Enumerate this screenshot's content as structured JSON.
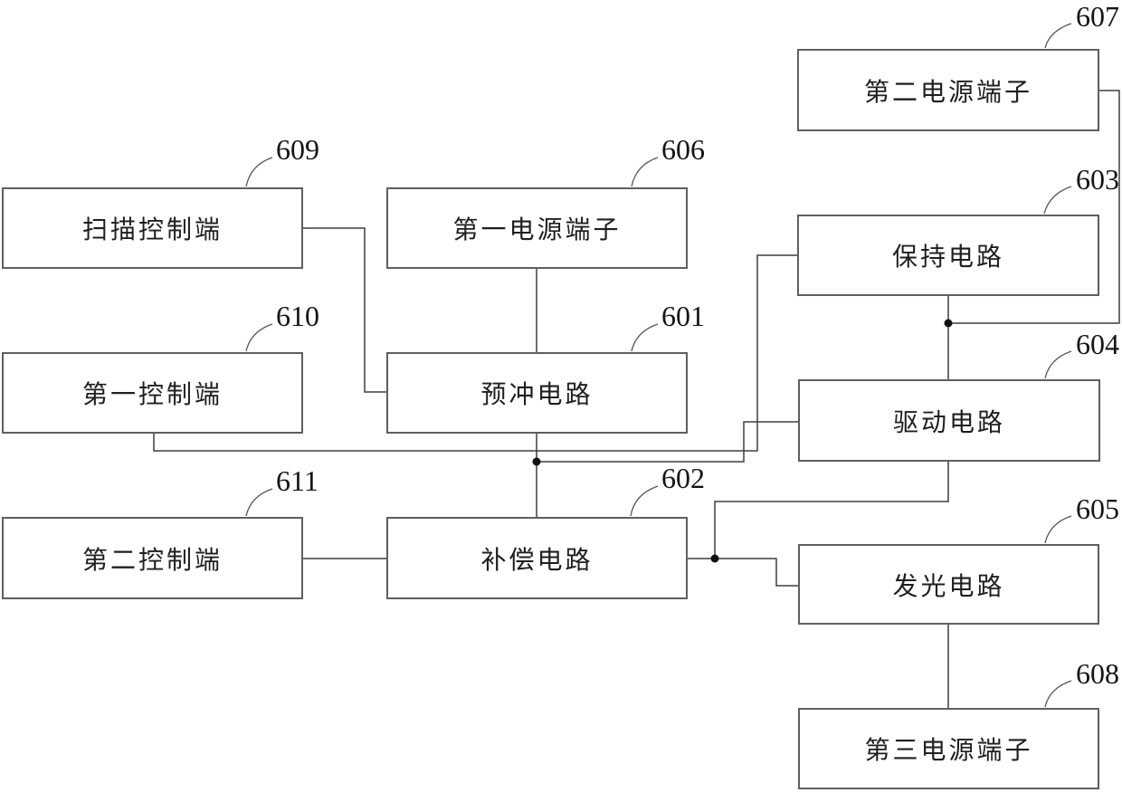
{
  "figure": {
    "type": "patent-block-diagram",
    "background": "#ffffff",
    "line_color": "#3f3f3f",
    "border_color": "#5f5f5f",
    "text_color": "#1f1f1f",
    "boxes": [
      {
        "id": "scan-control-terminal",
        "label": "扫描控制端",
        "ref": "609"
      },
      {
        "id": "first-power-terminal",
        "label": "第一电源端子",
        "ref": "606"
      },
      {
        "id": "second-power-terminal",
        "label": "第二电源端子",
        "ref": "607"
      },
      {
        "id": "hold-circuit",
        "label": "保持电路",
        "ref": "603"
      },
      {
        "id": "first-control-terminal",
        "label": "第一控制端",
        "ref": "610"
      },
      {
        "id": "precharge-circuit",
        "label": "预冲电路",
        "ref": "601"
      },
      {
        "id": "drive-circuit",
        "label": "驱动电路",
        "ref": "604"
      },
      {
        "id": "second-control-terminal",
        "label": "第二控制端",
        "ref": "611"
      },
      {
        "id": "compensation-circuit",
        "label": "补偿电路",
        "ref": "602"
      },
      {
        "id": "light-emitting-circuit",
        "label": "发光电路",
        "ref": "605"
      },
      {
        "id": "third-power-terminal",
        "label": "第三电源端子",
        "ref": "608"
      }
    ],
    "connections": [
      {
        "from": "scan-control-terminal",
        "to": "precharge-circuit"
      },
      {
        "from": "first-power-terminal",
        "to": "precharge-circuit"
      },
      {
        "from": "precharge-circuit",
        "to": "compensation-circuit"
      },
      {
        "from": "precharge-circuit",
        "to": "drive-circuit"
      },
      {
        "from": "first-control-terminal",
        "to": "hold-circuit"
      },
      {
        "from": "second-control-terminal",
        "to": "compensation-circuit"
      },
      {
        "from": "compensation-circuit",
        "to": "light-emitting-circuit"
      },
      {
        "from": "compensation-circuit",
        "to": "drive-circuit"
      },
      {
        "from": "hold-circuit",
        "to": "drive-circuit"
      },
      {
        "from": "second-power-terminal",
        "to": "hold-circuit/drive-circuit junction"
      },
      {
        "from": "light-emitting-circuit",
        "to": "third-power-terminal"
      }
    ]
  }
}
